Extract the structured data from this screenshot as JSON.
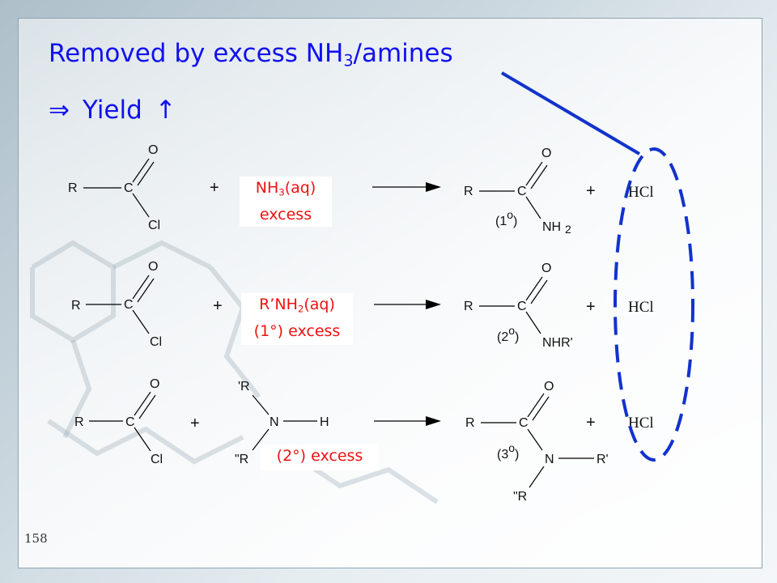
{
  "title": {
    "text": "Removed by excess NH",
    "sub": "3",
    "after": "/amines"
  },
  "yield_line": {
    "arrow1": "⇒",
    "word": "Yield",
    "arrow2": "↑"
  },
  "page_number": "158",
  "colors": {
    "title": "#1111ee",
    "label": "#ee1111",
    "ellipse": "#1133cc"
  },
  "atoms": {
    "R": "R",
    "C": "C",
    "O": "O",
    "Cl": "Cl",
    "N": "N",
    "H": "H",
    "Rp": "'R",
    "Rpp": "\"R",
    "Rprime": "R'",
    "Rpp2": "\"R"
  },
  "plus": "+",
  "hcl": "HCl",
  "rows": [
    {
      "label_line1": {
        "text": "NH",
        "sub": "3",
        "after": "(aq)"
      },
      "label_line2": "excess",
      "product_degree": "(1",
      "degree_sup": "o",
      "degree_close": ")",
      "product_group": "NH",
      "product_group_sub": "2"
    },
    {
      "label_line1": {
        "text": "R’NH",
        "sub": "2",
        "after": "(aq)"
      },
      "label_line2": "(1°) excess",
      "product_degree": "(2",
      "degree_sup": "o",
      "degree_close": ")",
      "product_group": "NHR'"
    },
    {
      "label_line1": "(2°) excess",
      "product_degree": "(3",
      "degree_sup": "o",
      "degree_close": ")"
    }
  ]
}
